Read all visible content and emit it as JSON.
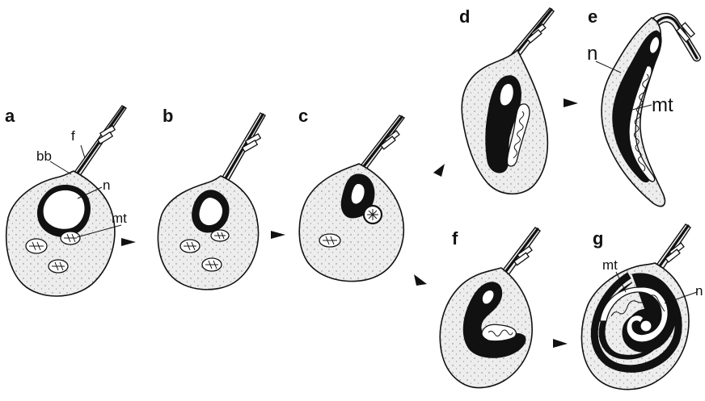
{
  "panels": {
    "a": "a",
    "b": "b",
    "c": "c",
    "d": "d",
    "e": "e",
    "f": "f",
    "g": "g"
  },
  "labels": {
    "a_f": "f",
    "a_bb": "bb",
    "a_n": "n",
    "a_mt": "mt",
    "e_n": "n",
    "e_mt": "mt",
    "g_mt": "mt",
    "g_n": "n"
  }
}
